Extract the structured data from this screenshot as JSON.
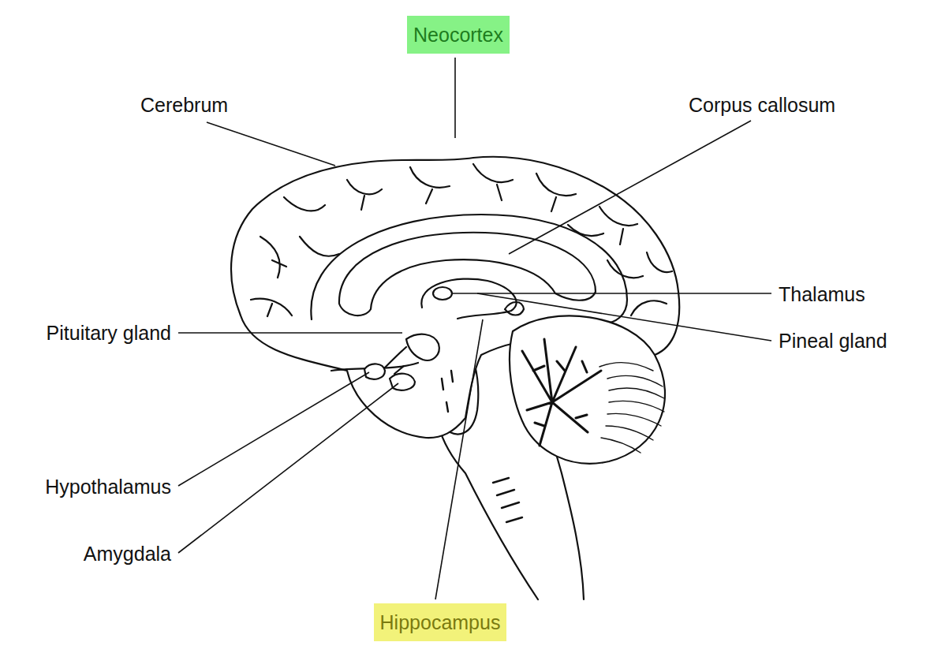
{
  "diagram": {
    "nodes": [
      {
        "text": [
          "Neocortex"
        ]
      },
      {
        "text": [
          "Hippocampus"
        ]
      }
    ],
    "labels": [
      "Cerebrum",
      "Corpus callosum",
      "Thalamus",
      "Pineal gland",
      "Pituitary gland",
      "Hypothalamus",
      "Amygdala"
    ]
  }
}
